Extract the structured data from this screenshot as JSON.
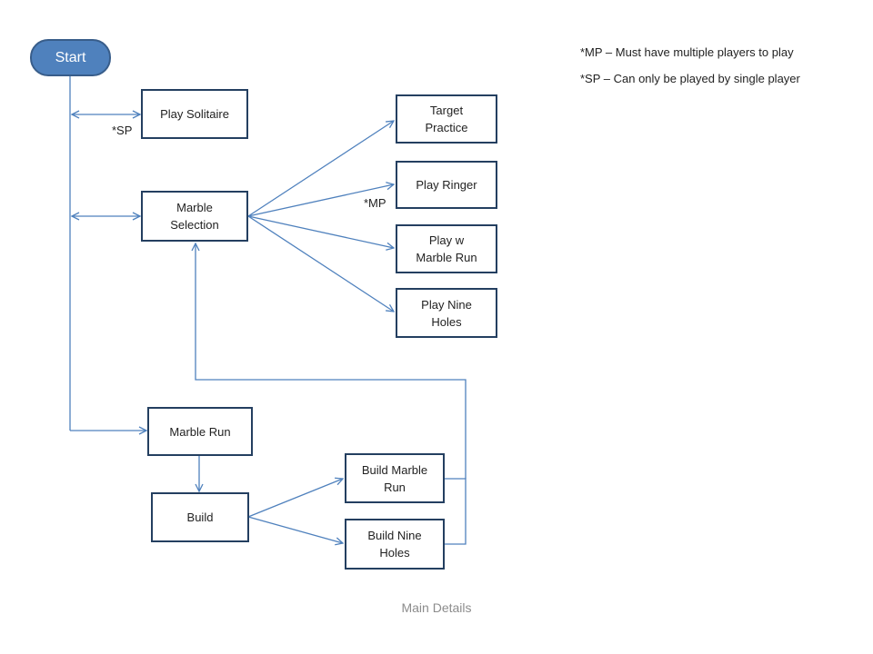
{
  "colors": {
    "connector": "#4f81bd",
    "box_border": "#243f60",
    "start_fill": "#4f81bd"
  },
  "start": "Start",
  "legend": {
    "mp": "*MP – Must have multiple players to play",
    "sp": "*SP – Can only be played by single player"
  },
  "annotations": {
    "sp": "*SP",
    "mp": "*MP"
  },
  "nodes": {
    "play_solitaire": [
      "Play Solitaire"
    ],
    "marble_selection": [
      "Marble",
      "Selection"
    ],
    "target_practice": [
      "Target",
      "Practice"
    ],
    "play_ringer": [
      "Play Ringer"
    ],
    "play_marble_run": [
      "Play w",
      "Marble Run"
    ],
    "play_nine_holes": [
      "Play Nine",
      "Holes"
    ],
    "marble_run": [
      "Marble Run"
    ],
    "build": [
      "Build"
    ],
    "build_marble_run": [
      "Build Marble",
      "Run"
    ],
    "build_nine_holes": [
      "Build Nine",
      "Holes"
    ]
  },
  "footer": "Main Details"
}
